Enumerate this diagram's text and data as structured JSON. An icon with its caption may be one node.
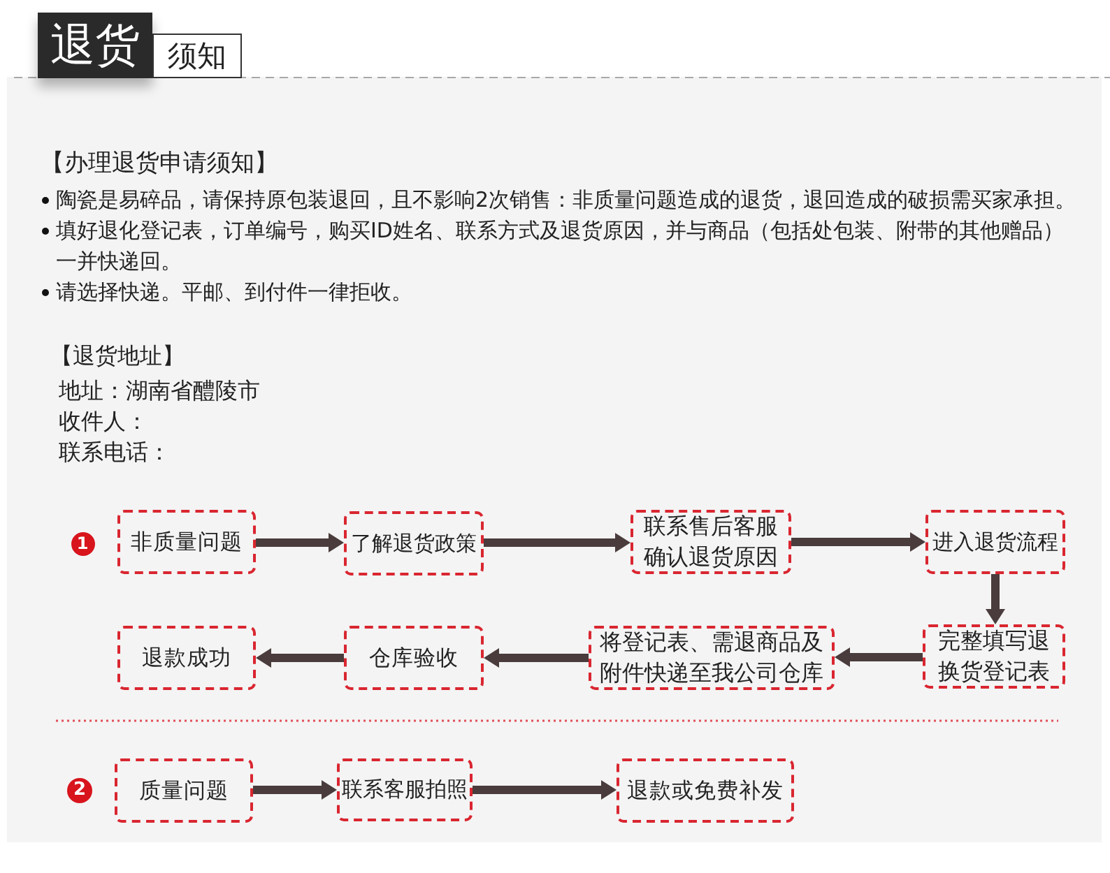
{
  "diagram": {
    "nodes": [
      {
        "text": [
          "退货"
        ]
      },
      {
        "text": [
          "须知"
        ]
      },
      {
        "text": [
          "非质量问题"
        ]
      },
      {
        "text": [
          "了解退货政策"
        ]
      },
      {
        "text": [
          "联系售后客服确认退货原因"
        ]
      },
      {
        "text": [
          "进入退货流程"
        ]
      },
      {
        "text": [
          "完整填写退换货登记表"
        ]
      },
      {
        "text": [
          "将登记表、需退商品及附件快递至我公司仓库"
        ]
      },
      {
        "text": [
          "仓库验收"
        ]
      },
      {
        "text": [
          "退款成功"
        ]
      },
      {
        "text": [
          "质量问题"
        ]
      },
      {
        "text": [
          "联系客服拍照"
        ]
      },
      {
        "text": [
          "退款或免费补发"
        ]
      }
    ],
    "edges": [
      {
        "from": 2,
        "to": 3,
        "arrow": "to"
      },
      {
        "from": 3,
        "to": 4,
        "arrow": "to"
      },
      {
        "from": 4,
        "to": 5,
        "arrow": "to"
      },
      {
        "from": 5,
        "to": 6,
        "arrow": "to"
      },
      {
        "from": 6,
        "to": 7,
        "arrow": "to"
      },
      {
        "from": 7,
        "to": 8,
        "arrow": "to"
      },
      {
        "from": 8,
        "to": 9,
        "arrow": "to"
      },
      {
        "from": 10,
        "to": 11,
        "arrow": "to"
      },
      {
        "from": 11,
        "to": 12,
        "arrow": "to"
      }
    ],
    "labels": [
      "【办理退货申请须知】",
      "陶瓷是易碎品，请保持原包装退回，且不影响2次销售：非质量问题造成的退货，退回造成的破损需买家承担。",
      "填好退化登记表，订单编号，购买ID姓名、联系方式及退货原因，并与商品（包括处包装、附带的其他赠品）一并快递回。",
      "请选择快递。平邮、到付件一律拒收。",
      "【退货地址】",
      "地址：湖南省醴陵市",
      "收件人：",
      "联系电话：",
      "1",
      "2"
    ]
  }
}
